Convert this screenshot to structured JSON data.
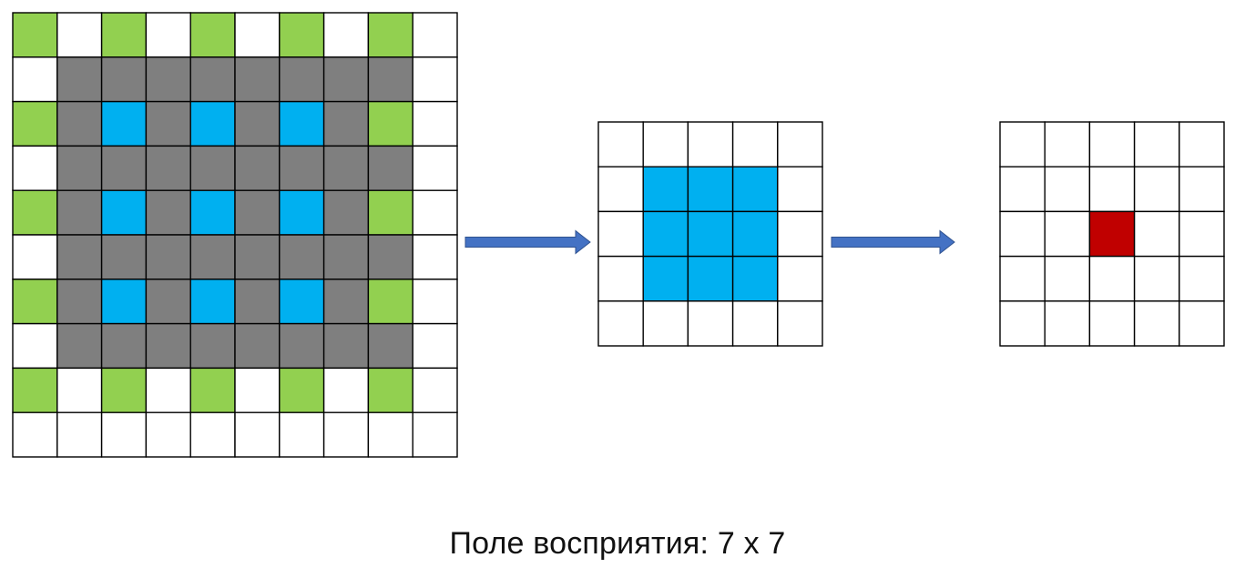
{
  "caption": "Поле восприятия: 7 x 7",
  "colors": {
    "white": "#FFFFFF",
    "green": "#92D050",
    "gray": "#7F7F7F",
    "blue": "#00B0F0",
    "red": "#C00000",
    "grid_line": "#000000",
    "arrow": "#4472C4"
  },
  "grids": [
    {
      "name": "input-grid",
      "size": 10,
      "legend": {
        "w": "white",
        "g": "green",
        "d": "gray",
        "b": "blue"
      },
      "cells": [
        "gwgwgwgwgw",
        "wddddddddw",
        "gdbdbdbdgw",
        "wddddddddw",
        "gdbdbdbdgw",
        "wddddddddw",
        "gdbdbdbdgw",
        "wddddddddw",
        "gwgwgwgwgw",
        "wwwwwwwwww"
      ]
    },
    {
      "name": "middle-grid",
      "size": 5,
      "legend": {
        "w": "white",
        "b": "blue"
      },
      "cells": [
        "wwwww",
        "wbbbw",
        "wbbbw",
        "wbbbw",
        "wwwww"
      ]
    },
    {
      "name": "output-grid",
      "size": 5,
      "legend": {
        "w": "white",
        "r": "red"
      },
      "cells": [
        "wwwww",
        "wwwww",
        "wwrww",
        "wwwww",
        "wwwww"
      ]
    }
  ],
  "arrows": [
    {
      "name": "arrow-input-to-middle"
    },
    {
      "name": "arrow-middle-to-output"
    }
  ]
}
